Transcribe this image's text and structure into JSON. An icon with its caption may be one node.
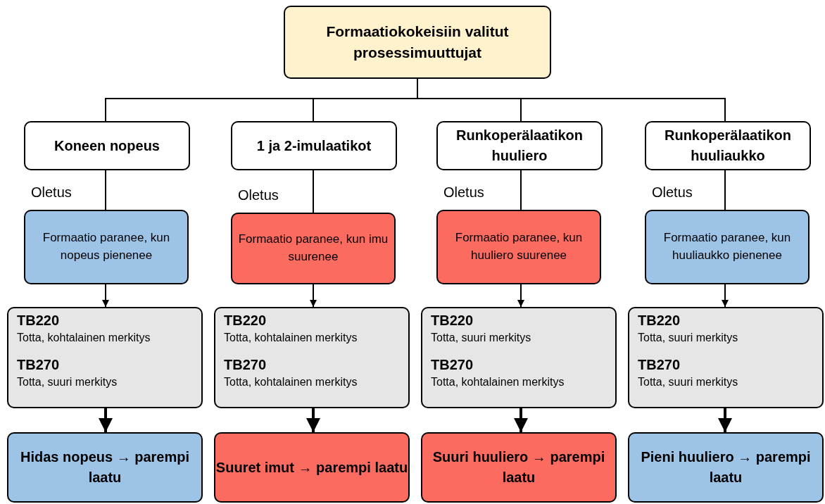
{
  "diagram": {
    "nodes": [
      {
        "text": [
          "Formaatiokokeisiin valitut prosessimuuttujat"
        ]
      },
      {
        "text": [
          "Koneen nopeus"
        ]
      },
      {
        "text": [
          "1 ja 2-imulaatikot"
        ]
      },
      {
        "text": [
          "Runkoperälaatikon huuliero"
        ]
      },
      {
        "text": [
          "Runkoperälaatikon huuliaukko"
        ]
      },
      {
        "text": [
          "Formaatio paranee, kun nopeus pienenee"
        ],
        "beside": [
          "Oletus"
        ]
      },
      {
        "text": [
          "Formaatio paranee, kun imu suurenee"
        ],
        "beside": [
          "Oletus"
        ]
      },
      {
        "text": [
          "Formaatio paranee, kun huuliero suurenee"
        ],
        "beside": [
          "Oletus"
        ]
      },
      {
        "text": [
          "Formaatio paranee, kun huuliaukko pienenee"
        ],
        "beside": [
          "Oletus"
        ]
      },
      {
        "text": [
          "TB220",
          "Totta, kohtalainen merkitys",
          "TB270",
          "Totta, suuri merkitys"
        ]
      },
      {
        "text": [
          "TB220",
          "Totta, kohtalainen merkitys",
          "TB270",
          "Totta, kohtalainen merkitys"
        ]
      },
      {
        "text": [
          "TB220",
          "Totta, suuri merkitys",
          "TB270",
          "Totta, kohtalainen merkitys"
        ]
      },
      {
        "text": [
          "TB220",
          "Totta, suuri merkitys",
          "TB270",
          "Totta, suuri merkitys"
        ]
      },
      {
        "text": [
          "Hidas nopeus → parempi laatu"
        ]
      },
      {
        "text": [
          "Suuret imut → parempi laatu"
        ]
      },
      {
        "text": [
          "Suuri huuliero → parempi laatu"
        ]
      },
      {
        "text": [
          "Pieni huuliero → parempi laatu"
        ]
      }
    ],
    "edges": [
      {
        "from": 0,
        "to": 1,
        "arrow": "none"
      },
      {
        "from": 0,
        "to": 2,
        "arrow": "none"
      },
      {
        "from": 0,
        "to": 3,
        "arrow": "none"
      },
      {
        "from": 0,
        "to": 4,
        "arrow": "none"
      },
      {
        "from": 1,
        "to": 5,
        "arrow": "none"
      },
      {
        "from": 2,
        "to": 6,
        "arrow": "none"
      },
      {
        "from": 3,
        "to": 7,
        "arrow": "none"
      },
      {
        "from": 4,
        "to": 8,
        "arrow": "none"
      },
      {
        "from": 5,
        "to": 9,
        "arrow": "to"
      },
      {
        "from": 6,
        "to": 10,
        "arrow": "to"
      },
      {
        "from": 7,
        "to": 11,
        "arrow": "to"
      },
      {
        "from": 8,
        "to": 12,
        "arrow": "to"
      },
      {
        "from": 9,
        "to": 13,
        "arrow": "to",
        "style": "thick"
      },
      {
        "from": 10,
        "to": 14,
        "arrow": "to",
        "style": "thick"
      },
      {
        "from": 11,
        "to": 15,
        "arrow": "to",
        "style": "thick"
      },
      {
        "from": 12,
        "to": 16,
        "arrow": "to",
        "style": "thick"
      }
    ]
  }
}
